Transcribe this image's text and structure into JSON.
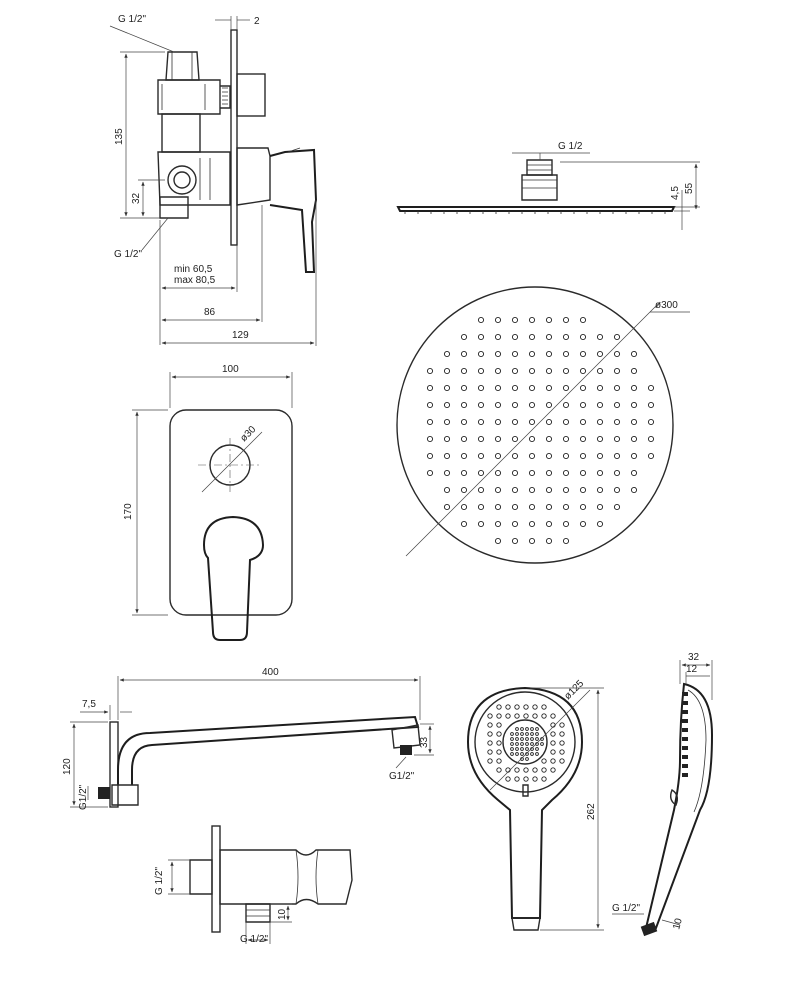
{
  "mixer_side": {
    "thread_top": "G 1/2\"",
    "thread_bottom": "G 1/2\"",
    "plate_thickness": "2",
    "height_total": "135",
    "height_outlet": "32",
    "depth_min": "min 60,5",
    "depth_max": "max 80,5",
    "depth_body": "86",
    "depth_total": "129"
  },
  "mixer_front": {
    "width": "100",
    "height": "170",
    "knob_diameter": "ø30"
  },
  "head_side": {
    "thread": "G 1/2",
    "thickness": "4,5",
    "height": "55"
  },
  "head_top": {
    "diameter": "ø300"
  },
  "arm": {
    "length": "400",
    "flange": "7,5",
    "height": "120",
    "drop": "33",
    "thread_wall": "G1/2\"",
    "thread_end": "G1/2\""
  },
  "outlet": {
    "thread_side": "G 1/2\"",
    "thread_bottom": "G 1/2\"",
    "nozzle": "10"
  },
  "hand_front": {
    "diameter": "ø125",
    "length": "262"
  },
  "hand_side": {
    "depth": "32",
    "neck": "12",
    "thread": "G 1/2\"",
    "thread_len": "10"
  }
}
